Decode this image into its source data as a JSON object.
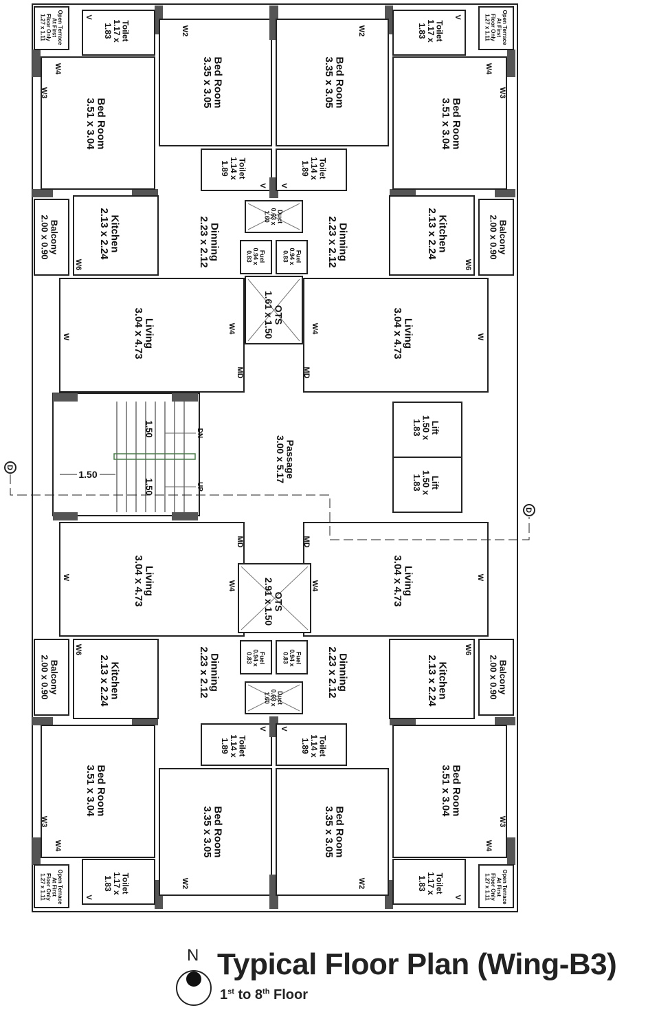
{
  "title": "Typical Floor Plan (Wing-B3)",
  "subtitle": {
    "from": "1",
    "from_sup": "st",
    "to_word": "to",
    "to": "8",
    "to_sup": "th",
    "suffix": "Floor"
  },
  "north_label": "N",
  "units": [
    {
      "rooms": [
        [
          "Open Terrace",
          "At First",
          "Floor Only",
          "1.27 x 1.11"
        ],
        [
          "Toilet",
          "1.17 x",
          "1.83"
        ],
        [
          "Bed Room",
          "3.51 x 3.04"
        ],
        [
          "Bed Room",
          "3.35 x 3.05"
        ],
        [
          "Toilet",
          "1.14 x",
          "1.89"
        ],
        [
          "Kitchen",
          "2.13 x 2.24"
        ],
        [
          "Balcony",
          "2.00 x 0.90"
        ],
        [
          "Dinning",
          "2.23 x 2.12"
        ],
        [
          "Living",
          "3.04 x 4.73"
        ],
        [
          "Fuel",
          "0.94 x",
          "0.83"
        ]
      ],
      "marks": [
        "V",
        "W2",
        "W4",
        "W3",
        "W6",
        "W",
        "W4",
        "MD",
        "V"
      ]
    },
    {
      "rooms": [
        [
          "Open Terrace",
          "At First",
          "Floor Only",
          "1.27 x 1.11"
        ],
        [
          "Toilet",
          "1.17 x",
          "1.83"
        ],
        [
          "Bed Room",
          "3.51 x 3.04"
        ],
        [
          "Bed Room",
          "3.35 x 3.05"
        ],
        [
          "Toilet",
          "1.14 x",
          "1.89"
        ],
        [
          "Kitchen",
          "2.13 x 2.24"
        ],
        [
          "Balcony",
          "2.00 x 0.90"
        ],
        [
          "Dinning",
          "2.23 x 2.12"
        ],
        [
          "Living",
          "3.04 x 4.73"
        ],
        [
          "Fuel",
          "0.94 x",
          "0.83"
        ]
      ],
      "marks": [
        "V",
        "W2",
        "W4",
        "W3",
        "W6",
        "W",
        "W4",
        "MD",
        "V"
      ]
    },
    {
      "rooms": [
        [
          "Open Terrace",
          "At First",
          "Floor Only",
          "1.27 x 1.11"
        ],
        [
          "Toilet",
          "1.17 x",
          "1.83"
        ],
        [
          "Bed Room",
          "3.51 x 3.04"
        ],
        [
          "Bed Room",
          "3.35 x 3.05"
        ],
        [
          "Toilet",
          "1.14 x",
          "1.89"
        ],
        [
          "Kitchen",
          "2.13 x 2.24"
        ],
        [
          "Balcony",
          "2.00 x 0.90"
        ],
        [
          "Dinning",
          "2.23 x 2.12"
        ],
        [
          "Living",
          "3.04 x 4.73"
        ],
        [
          "Fuel",
          "0.94 x",
          "0.83"
        ]
      ],
      "marks": [
        "V",
        "W2",
        "W4",
        "W3",
        "W6",
        "W",
        "W4",
        "MD",
        "V"
      ]
    },
    {
      "rooms": [
        [
          "Open Terrace",
          "At First",
          "Floor Only",
          "1.27 x 1.11"
        ],
        [
          "Toilet",
          "1.17 x",
          "1.83"
        ],
        [
          "Bed Room",
          "3.51 x 3.04"
        ],
        [
          "Bed Room",
          "3.35 x 3.05"
        ],
        [
          "Toilet",
          "1.14 x",
          "1.89"
        ],
        [
          "Kitchen",
          "2.13 x 2.24"
        ],
        [
          "Balcony",
          "2.00 x 0.90"
        ],
        [
          "Dinning",
          "2.23 x 2.12"
        ],
        [
          "Living",
          "3.04 x 4.73"
        ],
        [
          "Fuel",
          "0.94 x",
          "0.83"
        ]
      ],
      "marks": [
        "V",
        "W2",
        "W4",
        "W3",
        "W6",
        "W",
        "W4",
        "MD",
        "V"
      ]
    }
  ],
  "core": {
    "duct": [
      "Duct",
      "0.63 x",
      "1.60"
    ],
    "ots_top": [
      "OTS",
      "1.61 x 1.50"
    ],
    "ots_bottom": [
      "OTS",
      "2.91 x 1.50"
    ],
    "passage": [
      "Passage",
      "3.00 x 5.17"
    ],
    "lift_1": [
      "Lift",
      "1.50 x",
      "1.83"
    ],
    "lift_2": [
      "Lift",
      "1.50 x",
      "1.83"
    ],
    "stair_dn": "DN",
    "stair_up": "UP",
    "stair_width": "1.50",
    "flight_1": "1.50",
    "flight_2": "1.50",
    "section_marker": "D"
  }
}
